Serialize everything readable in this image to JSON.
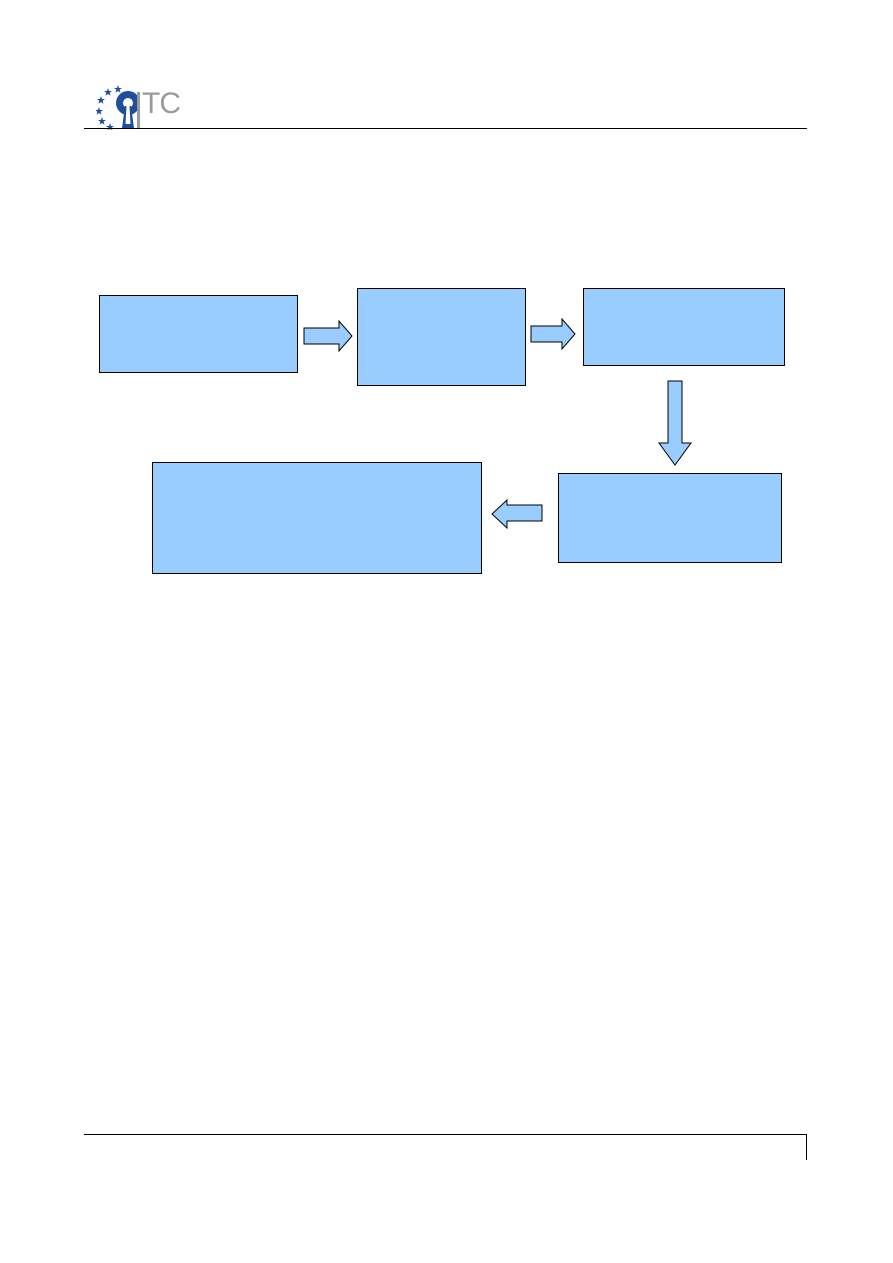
{
  "header": {
    "logo_text": "TC"
  },
  "colors": {
    "box_fill": "#99ccff",
    "logo_blue": "#1f4f9c",
    "logo_gray": "#9a9a9a"
  },
  "flowchart": {
    "boxes": [
      {
        "id": "box-1",
        "label": ""
      },
      {
        "id": "box-2",
        "label": ""
      },
      {
        "id": "box-3",
        "label": ""
      },
      {
        "id": "box-4",
        "label": ""
      },
      {
        "id": "box-5",
        "label": ""
      }
    ],
    "arrows": [
      {
        "from": "box-1",
        "to": "box-2",
        "direction": "right"
      },
      {
        "from": "box-2",
        "to": "box-3",
        "direction": "right"
      },
      {
        "from": "box-3",
        "to": "box-4",
        "direction": "down"
      },
      {
        "from": "box-4",
        "to": "box-5",
        "direction": "left"
      }
    ]
  }
}
